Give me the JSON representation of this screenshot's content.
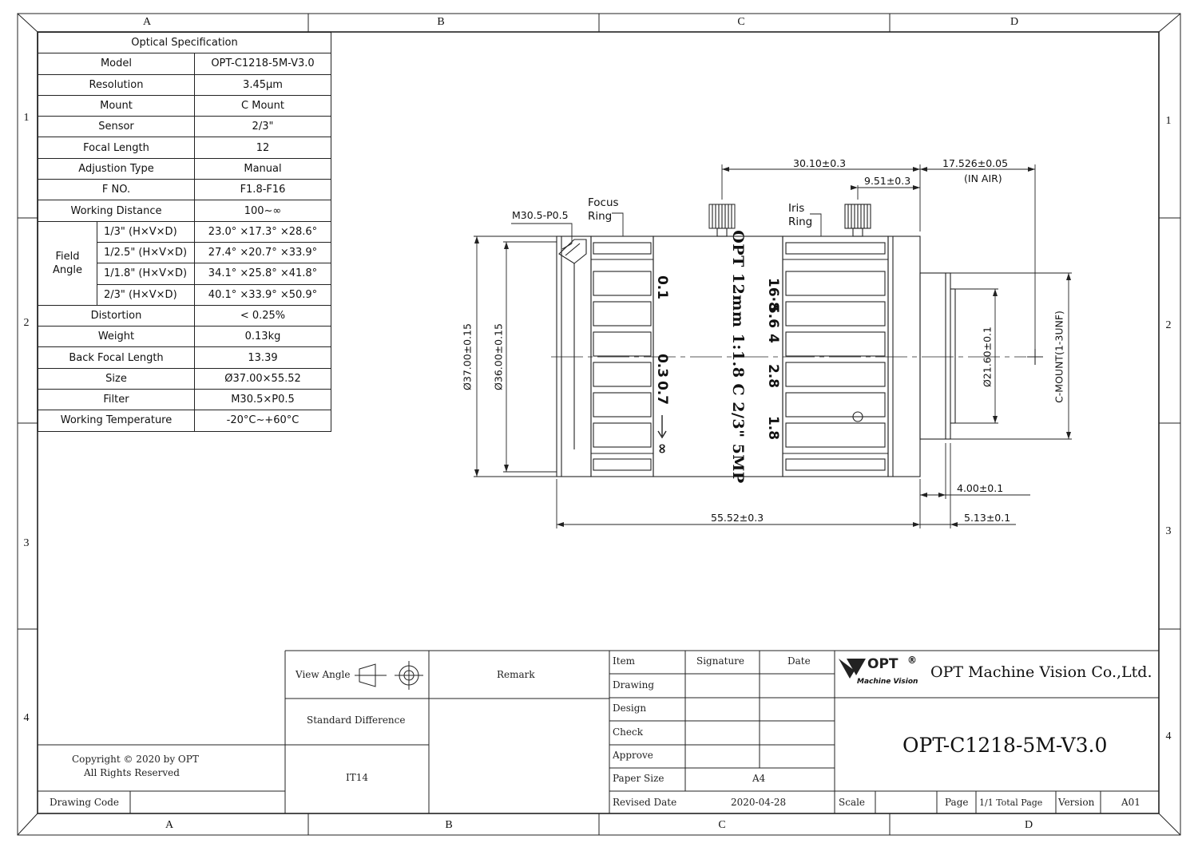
{
  "zones": {
    "top": [
      "A",
      "B",
      "C",
      "D"
    ],
    "bottom": [
      "A",
      "B",
      "C",
      "D"
    ],
    "left": [
      "1",
      "2",
      "3",
      "4"
    ],
    "right": [
      "1",
      "2",
      "3",
      "4"
    ]
  },
  "spec_table": {
    "title": "Optical Specification",
    "rows": [
      {
        "label": "Model",
        "value": "OPT-C1218-5M-V3.0"
      },
      {
        "label": "Resolution",
        "value": "3.45μm"
      },
      {
        "label": "Mount",
        "value": "C Mount"
      },
      {
        "label": "Sensor",
        "value": "2/3\""
      },
      {
        "label": "Focal Length",
        "value": "12"
      },
      {
        "label": "Adjustion Type",
        "value": "Manual"
      },
      {
        "label": "F NO.",
        "value": "F1.8-F16"
      },
      {
        "label": "Working Distance",
        "value": "100~∞"
      }
    ],
    "field_angle_label": "Field Angle",
    "field_angle": [
      {
        "sensor": "1/3\"  (H×V×D)",
        "value": "23.0° ×17.3° ×28.6°"
      },
      {
        "sensor": "1/2.5\" (H×V×D)",
        "value": "27.4° ×20.7° ×33.9°"
      },
      {
        "sensor": "1/1.8\"  (H×V×D)",
        "value": "34.1° ×25.8° ×41.8°"
      },
      {
        "sensor": "2/3\"  (H×V×D)",
        "value": "40.1° ×33.9° ×50.9°"
      }
    ],
    "rows_after": [
      {
        "label": "Distortion",
        "value": "< 0.25%"
      },
      {
        "label": "Weight",
        "value": "0.13kg"
      },
      {
        "label": "Back Focal Length",
        "value": "13.39"
      },
      {
        "label": "Size",
        "value": "Ø37.00×55.52"
      },
      {
        "label": "Filter",
        "value": "M30.5×P0.5"
      },
      {
        "label": "Working Temperature",
        "value": "-20°C~+60°C"
      }
    ]
  },
  "drawing": {
    "thread_label": "M30.5-P0.5",
    "focus_ring_label_1": "Focus",
    "focus_ring_label_2": "Ring",
    "iris_ring_label_1": "Iris",
    "iris_ring_label_2": "Ring",
    "dim_30": "30.10±0.3",
    "dim_9": "9.51±0.3",
    "dim_17": "17.526±0.05",
    "dim_17_note": "(IN AIR)",
    "dim_37": "Ø37.00±0.15",
    "dim_36": "Ø36.00±0.15",
    "dim_21": "Ø21.60±0.1",
    "c_mount": "C-MOUNT(1-3UNF)",
    "dim_4": "4.00±0.1",
    "dim_5": "5.13±0.1",
    "dim_55": "55.52±0.3",
    "focus_marks": [
      "0.1",
      "0.3",
      "0.7",
      "∞"
    ],
    "iris_marks": [
      "16·8",
      "5.6",
      "4",
      "2.8",
      "1.8"
    ],
    "lens_text": "OPT 12mm 1:1.8 C 2/3\" 5MP",
    "iris_indicator": "O"
  },
  "title_block": {
    "view_angle": "View Angle",
    "remark": "Remark",
    "standard_difference": "Standard Difference",
    "it14": "IT14",
    "copyright_1": "Copyright © 2020 by OPT",
    "copyright_2": "All Rights Reserved",
    "drawing_code": "Drawing Code",
    "item": "Item",
    "signature": "Signature",
    "date": "Date",
    "drawing": "Drawing",
    "design": "Design",
    "check": "Check",
    "approve": "Approve",
    "paper_size": "Paper Size",
    "paper_size_value": "A4",
    "revised_date": "Revised Date",
    "revised_date_value": "2020-04-28",
    "logo_text": "OPT",
    "logo_sub": "Machine Vision",
    "logo_mark": "®",
    "company": "OPT Machine Vision Co.,Ltd.",
    "model": "OPT-C1218-5M-V3.0",
    "scale": "Scale",
    "page": "Page",
    "page_value": "1/1 Total Page",
    "version": "Version",
    "version_value": "A01"
  }
}
